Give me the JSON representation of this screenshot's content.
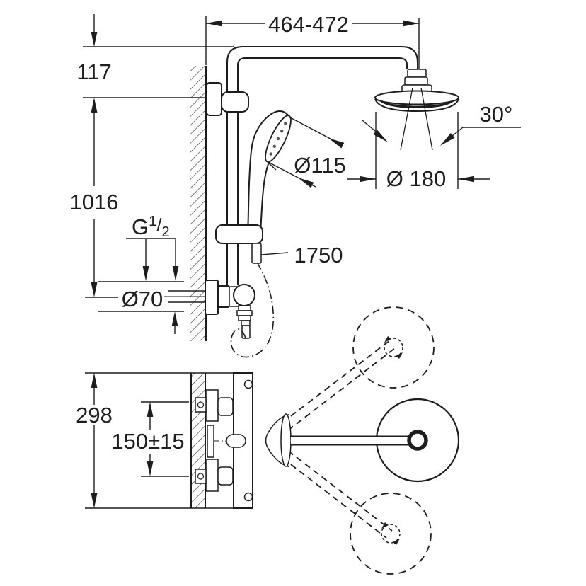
{
  "diagram": {
    "title": "shower-system-technical-drawing",
    "line_color": "#1d1d1d",
    "bg_color": "#ffffff",
    "dimensions": {
      "top_span": "464-472",
      "upper_offset": "117",
      "riser_height": "1016",
      "thread_prefix": "G",
      "thread_sup": "1",
      "thread_slash": "/",
      "thread_sub": "2",
      "hand_shower_diameter": "Ø115",
      "head_shower_diameter": "Ø 180",
      "head_swivel_angle": "30°",
      "hose_length": "1750",
      "supply_diameter": "Ø70",
      "valve_height": "298",
      "inlet_spacing": "150±15"
    }
  }
}
